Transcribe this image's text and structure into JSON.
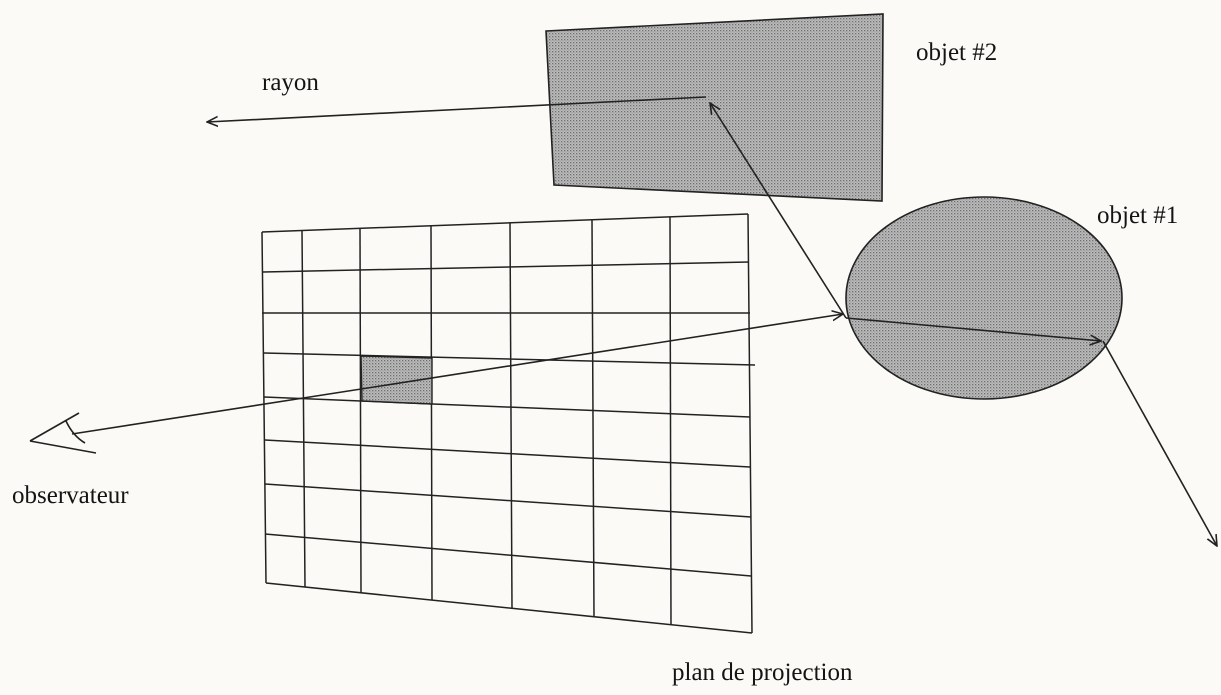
{
  "labels": {
    "rayon": "rayon",
    "object_2": "objet #2",
    "object_1": "objet #1",
    "observer": "observateur",
    "projection_plane": "plan de projection"
  }
}
